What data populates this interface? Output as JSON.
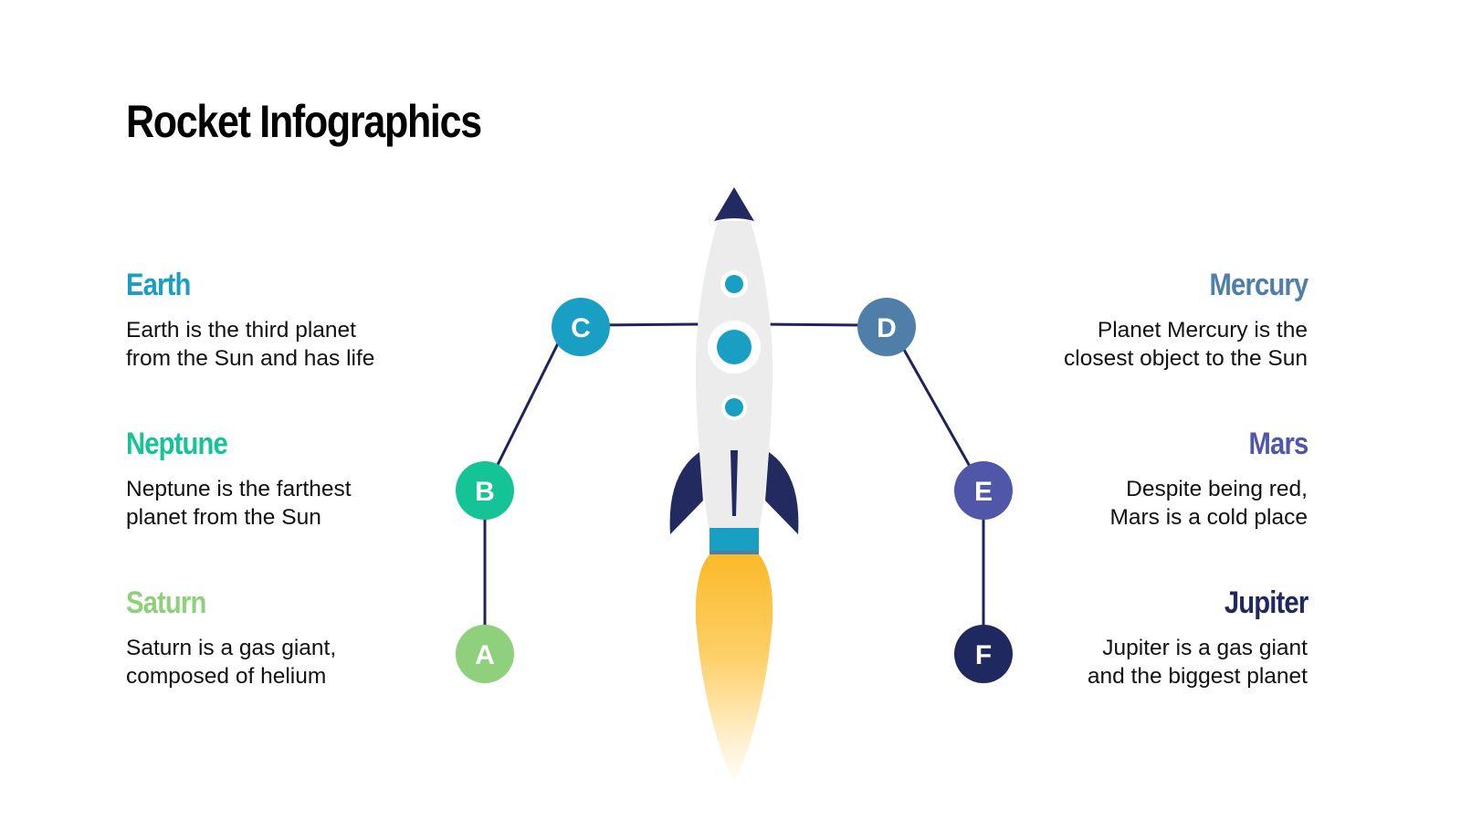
{
  "title": "Rocket Infographics",
  "colors": {
    "earth": "#1a9fc4",
    "neptune": "#14c496",
    "saturn": "#8fd07c",
    "mercury": "#4f7ea8",
    "mars": "#5157a8",
    "jupiter": "#202860",
    "connector": "#1f2458",
    "rocket_body": "#ececec",
    "rocket_dark": "#222a60",
    "rocket_window": "#1a9fc4",
    "flame": "#fbbd2e"
  },
  "left_items": [
    {
      "name": "Earth",
      "text_line1": "Earth is the third planet",
      "text_line2": "from the Sun and has life"
    },
    {
      "name": "Neptune",
      "text_line1": "Neptune is the farthest",
      "text_line2": "planet from the Sun"
    },
    {
      "name": "Saturn",
      "text_line1": "Saturn is a gas giant,",
      "text_line2": "composed of helium"
    }
  ],
  "right_items": [
    {
      "name": "Mercury",
      "text_line1": "Planet Mercury is the",
      "text_line2": "closest object to the Sun"
    },
    {
      "name": "Mars",
      "text_line1": "Despite being red,",
      "text_line2": "Mars is a cold place"
    },
    {
      "name": "Jupiter",
      "text_line1": "Jupiter is a gas giant",
      "text_line2": "and the biggest planet"
    }
  ],
  "nodes": {
    "A": "A",
    "B": "B",
    "C": "C",
    "D": "D",
    "E": "E",
    "F": "F"
  }
}
